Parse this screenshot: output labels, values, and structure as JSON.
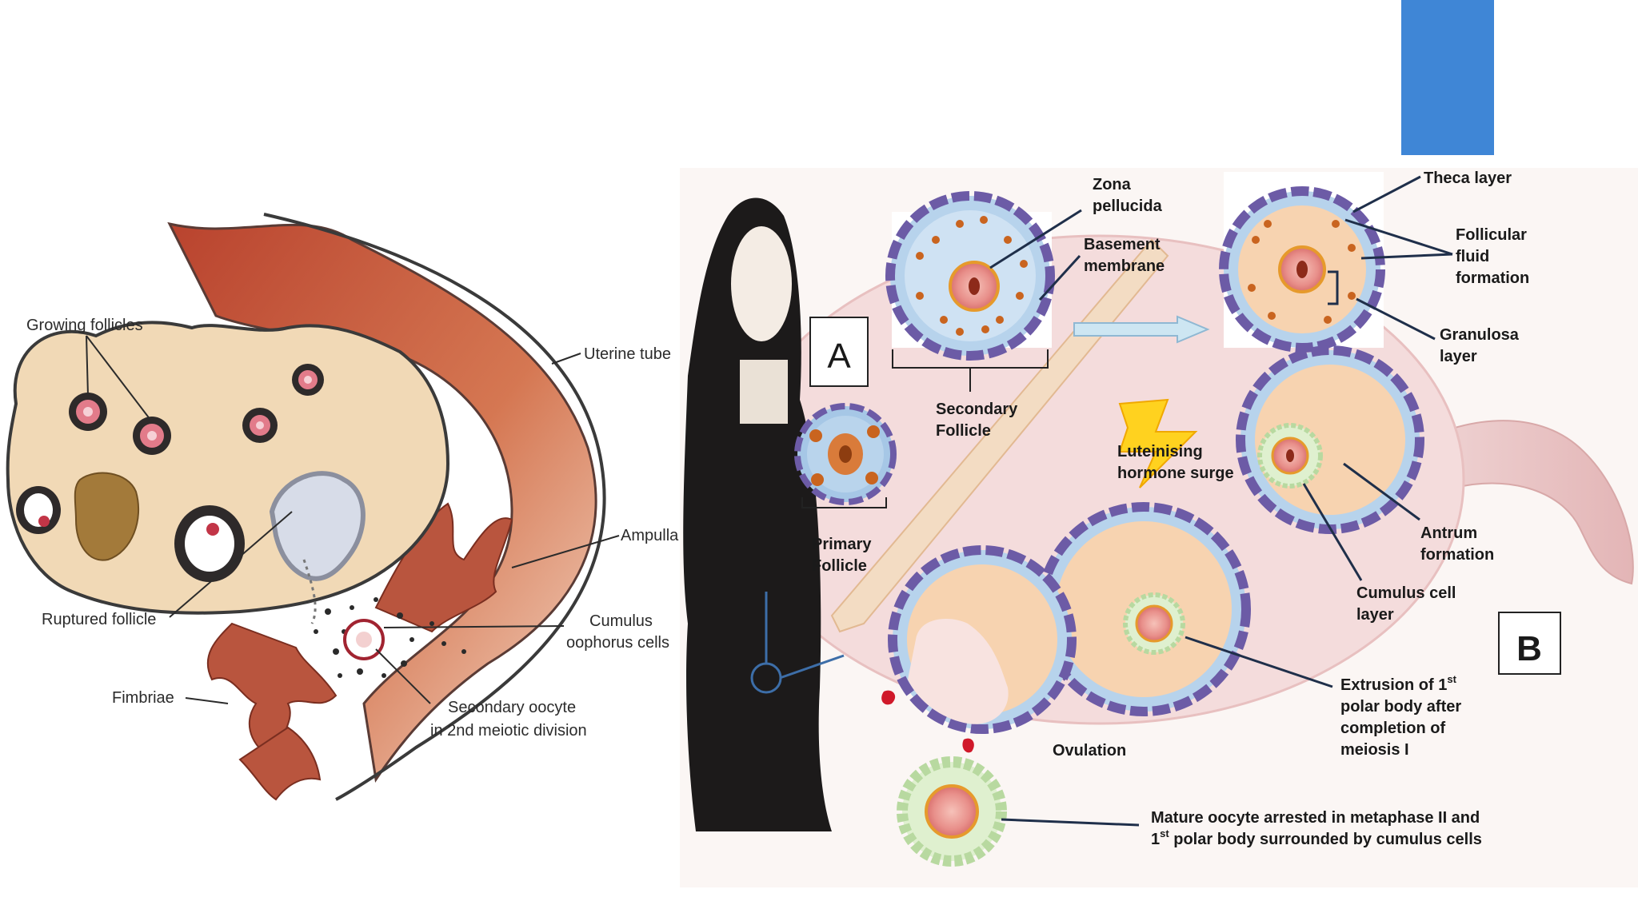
{
  "left_diagram": {
    "labels": {
      "growing_follicles": "Growing follicles",
      "uterine_tube": "Uterine tube",
      "ampulla": "Ampulla",
      "ruptured_follicle": "Ruptured follicle",
      "cumulus_line1": "Cumulus",
      "cumulus_line2": "oophorus cells",
      "fimbriae": "Fimbriae",
      "secondary_oocyte_line1": "Secondary oocyte",
      "secondary_oocyte_line2": "in 2nd meiotic division"
    }
  },
  "right_diagram": {
    "panel_a": "A",
    "panel_b": "B",
    "labels": {
      "zona_line1": "Zona",
      "zona_line2": "pellucida",
      "basement_line1": "Basement",
      "basement_line2": "membrane",
      "secondary_follicle_line1": "Secondary",
      "secondary_follicle_line2": "Follicle",
      "primary_follicle_line1": "Primary",
      "primary_follicle_line2": "Follicle",
      "theca": "Theca layer",
      "follicular_line1": "Follicular",
      "follicular_line2": "fluid",
      "follicular_line3": "formation",
      "granulosa_line1": "Granulosa",
      "granulosa_line2": "layer",
      "lh_line1": "Luteinising",
      "lh_line2": "hormone surge",
      "antrum_line1": "Antrum",
      "antrum_line2": "formation",
      "cumulus_layer_line1": "Cumulus cell",
      "cumulus_layer_line2": "layer",
      "extrusion_line1": "Extrusion of 1",
      "extrusion_sup": "st",
      "extrusion_line2": "polar body after",
      "extrusion_line3": "completion of",
      "extrusion_line4": "meiosis I",
      "ovulation": "Ovulation",
      "mature_line1": "Mature oocyte arrested in metaphase II and",
      "mature_line2_pre": "1",
      "mature_line2_sup": "st",
      "mature_line2_post": " polar body surrounded by cumulus cells"
    }
  },
  "colors": {
    "blue_block": "#3f86d6",
    "tube": "#c0503a",
    "ovary_left": "#f1d9b6",
    "ovary_right": "#f4dcdc",
    "theca": "#8c70b8",
    "granulosa": "#c9641f",
    "antrum": "#f7d3b0"
  }
}
